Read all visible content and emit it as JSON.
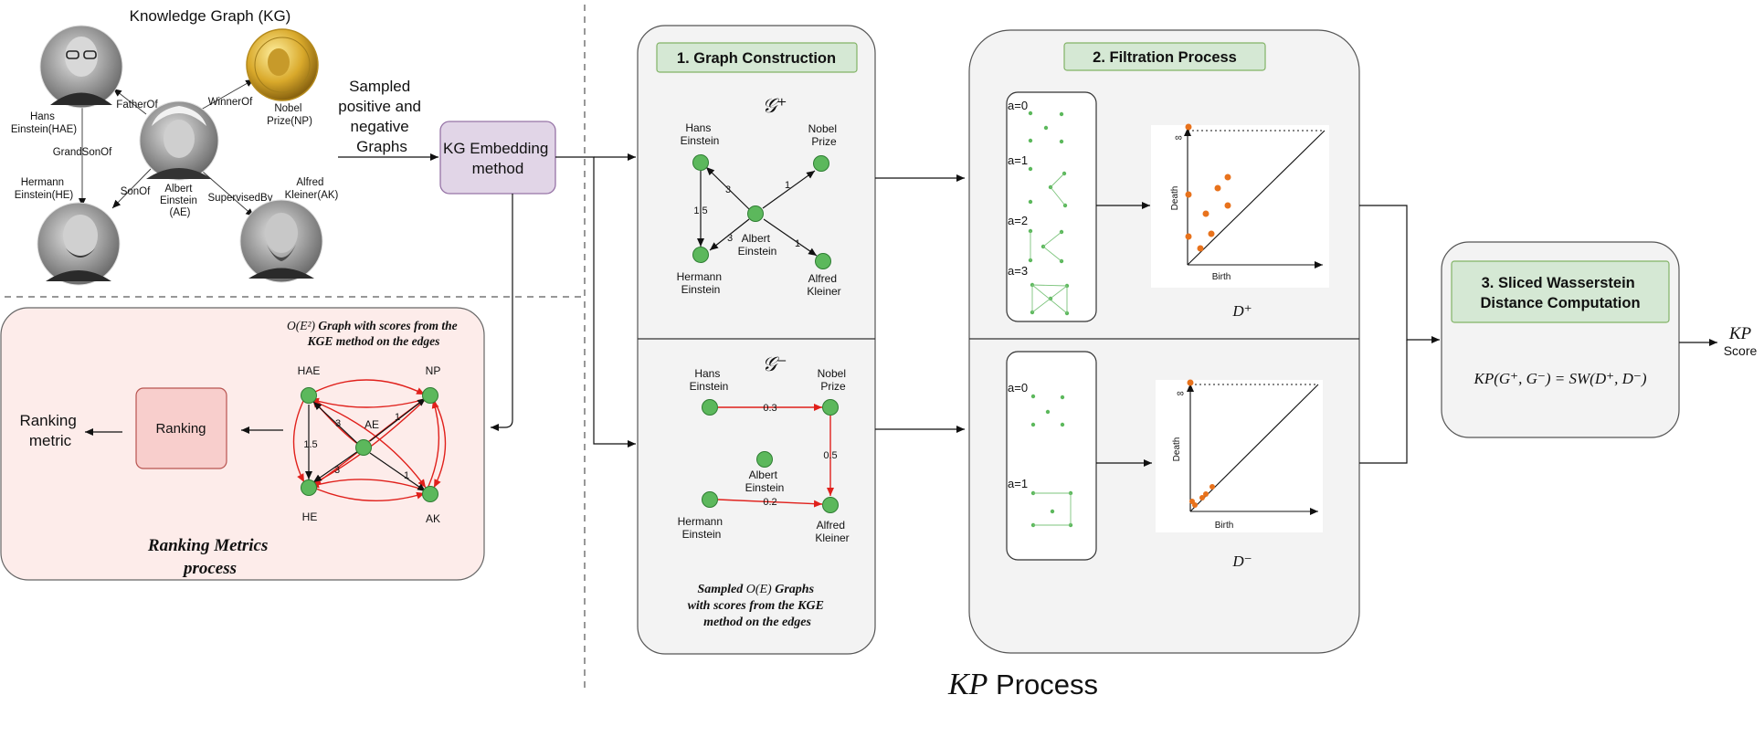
{
  "kg": {
    "title": "Knowledge Graph (KG)",
    "nodes": {
      "hae": [
        "Hans",
        "Einstein(HAE)"
      ],
      "np": [
        "Nobel",
        "Prize(NP)"
      ],
      "ae": [
        "Albert",
        "Einstein",
        "(AE)"
      ],
      "he": [
        "Hermann",
        "Einstein(HE)"
      ],
      "ak": [
        "Alfred",
        "Kleiner(AK)"
      ]
    },
    "edges": {
      "father_of": "FatherOf",
      "winner_of": "WinnerOf",
      "grand_son_of": "GrandSonOf",
      "son_of": "SonOf",
      "supervised_by": "SupervisedBy"
    }
  },
  "sampled_label": [
    "Sampled",
    "positive and",
    "negative",
    "Graphs"
  ],
  "kge_box": [
    "KG Embedding",
    "method"
  ],
  "ranking_panel": {
    "caption_lines": [
      "Graph with scores from the",
      "KGE method on the edges"
    ],
    "caption_math": "O(E²)",
    "ranking_box": "Ranking",
    "ranking_metric": [
      "Ranking",
      "metric"
    ],
    "title": [
      "Ranking Metrics",
      "process"
    ],
    "nodes": {
      "hae": "HAE",
      "np": "NP",
      "ae": "AE",
      "he": "HE",
      "ak": "AK"
    },
    "weights": [
      "3",
      "1",
      "3",
      "1",
      "1.5"
    ]
  },
  "graph_construction": {
    "title": "1. Graph Construction",
    "g_plus": "𝒢⁺",
    "g_minus": "𝒢⁻",
    "pos_nodes": {
      "hans": [
        "Hans",
        "Einstein"
      ],
      "nobel": [
        "Nobel",
        "Prize"
      ],
      "albert": [
        "Albert",
        "Einstein"
      ],
      "hermann": [
        "Hermann",
        "Einstein"
      ],
      "alfred": [
        "Alfred",
        "Kleiner"
      ]
    },
    "pos_weights": [
      "3",
      "1",
      "1.5",
      "3",
      "1"
    ],
    "neg_weights": [
      "0.3",
      "0.5",
      "0.2"
    ],
    "caption": [
      "Sampled",
      "O(E)",
      "Graphs",
      "with scores from the KGE",
      "method on the edges"
    ]
  },
  "filtration": {
    "title": "2. Filtration Process",
    "pos_levels": [
      "a=0",
      "a=1",
      "a=2",
      "a=3"
    ],
    "neg_levels": [
      "a=0",
      "a=1"
    ],
    "death_label": "Death",
    "birth_label": "Birth",
    "infinity": "∞",
    "d_plus": "D⁺",
    "d_minus": "D⁻"
  },
  "sliced": {
    "title": [
      "3. Sliced Wasserstein",
      "Distance Computation"
    ],
    "formula": "KP(G⁺, G⁻) = SW(D⁺, D⁻)"
  },
  "kp_score": {
    "kp": "KP",
    "score": "Score"
  },
  "kp_process": {
    "kp": "KP",
    "process": "Process"
  },
  "colors": {
    "node_green": "#5cb85c",
    "green_box": "#d5e8d4",
    "green_border": "#82b366",
    "purple_box": "#e1d5e7",
    "purple_border": "#9673a6",
    "pink_panel": "#fdecea",
    "pink_box": "#f8cecc",
    "pink_border": "#b85450",
    "red_edge": "#e0201b",
    "orange_point": "#e8721c",
    "panel_gray": "#f3f3f3"
  }
}
